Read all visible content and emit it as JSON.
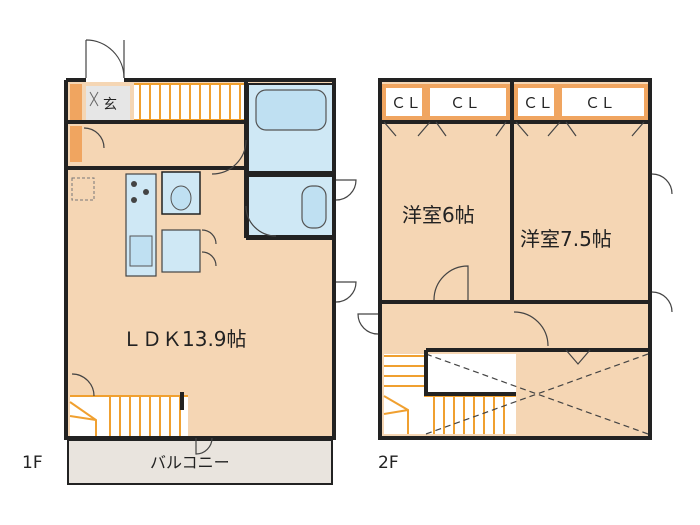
{
  "floors": {
    "first": {
      "label": "1F",
      "rooms": {
        "ldk": "ＬＤＫ13.9帖",
        "entrance": "玄",
        "balcony": "バルコニー"
      }
    },
    "second": {
      "label": "2F",
      "rooms": {
        "western_room_a": "洋室6帖",
        "western_room_b": "洋室7.5帖",
        "closets": [
          "ＣＬ",
          "ＣＬ",
          "ＣＬ",
          "ＣＬ"
        ]
      }
    }
  },
  "colors": {
    "room_fill": "#f5d6b4",
    "wet_area": "#cfe8f5",
    "closet_accent": "#f0a560",
    "stairs": "#f0a030",
    "balcony": "#e9e4de",
    "wall": "#222222"
  }
}
